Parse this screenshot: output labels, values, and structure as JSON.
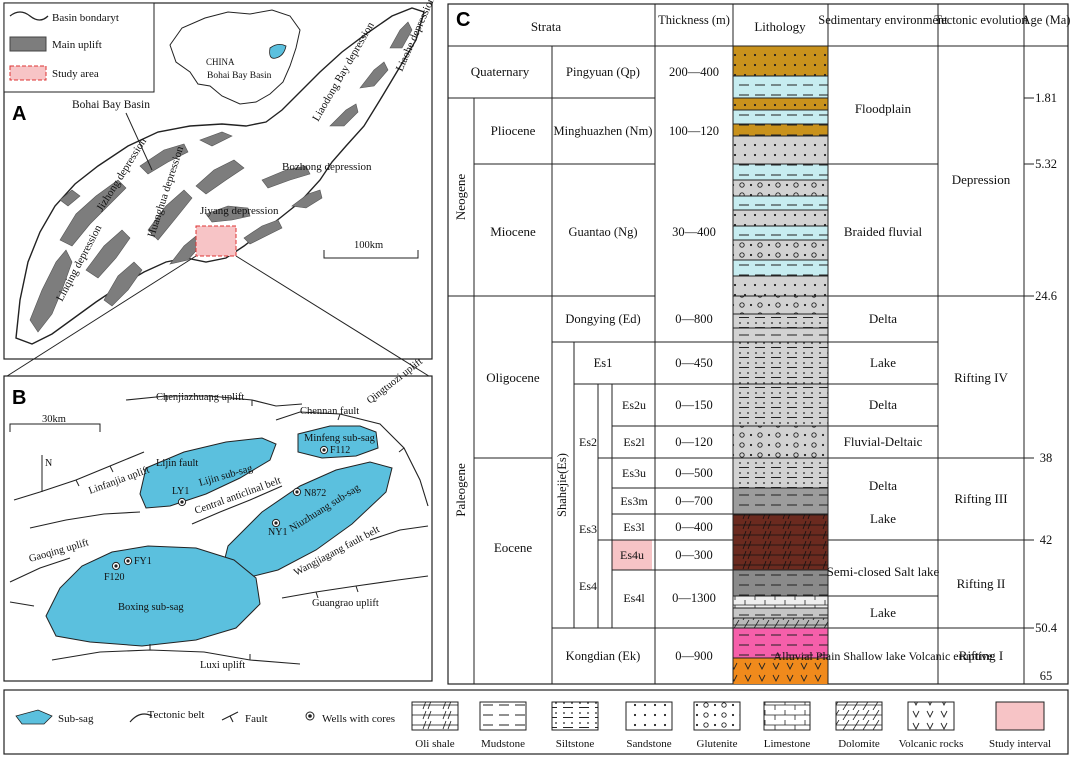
{
  "panels": {
    "A": "A",
    "B": "B",
    "C": "C"
  },
  "map_a": {
    "legend": [
      "Basin bondaryt",
      "Main uplift",
      "Study area"
    ],
    "inset": {
      "country": "CHINA",
      "basin": "Bohai Bay Basin"
    },
    "labels": {
      "bohai": "Bohai Bay Basin",
      "jizhong": "Jizhong depression",
      "huanghua": "Huanghua depression",
      "jiyang": "Jiyang depression",
      "bozhong": "Bozhong depression",
      "linqing": "Linqing depression",
      "liaodong": "Liaodong Bay depression",
      "liaohe": "Liaohe depression"
    },
    "scale": "100km"
  },
  "map_b": {
    "scale": "30km",
    "north": "N",
    "labels": {
      "chenjiazhuang": "Chenjiazhuang uplift",
      "chennan": "Chennan fault",
      "qingtuozi": "Qingtuozi uplift",
      "minfeng": "Minfeng sub-sag",
      "f112": "F112",
      "linfanjia": "Linfanjia uplift",
      "lijin_fault": "Lijin fault",
      "lijin_sag": "Lijin sub-sag",
      "ly1": "LY1",
      "central": "Central anticlinal belt",
      "n872": "N872",
      "ny1": "NY1",
      "niuzhuang": "Niuzhuang sub-sag",
      "gaoqing": "Gaoqing uplift",
      "fy1": "FY1",
      "f120": "F120",
      "boxing": "Boxing sub-sag",
      "wangjiagang": "Wangjiagang fault belt",
      "guangrao": "Guangrao uplift",
      "luxi": "Luxi uplift"
    }
  },
  "column": {
    "headers": {
      "strata": "Strata",
      "thickness": "Thickness (m)",
      "lithology": "Lithology",
      "environment": "Sedimentary environment",
      "tectonic": "Tectonic evolution",
      "age": "Age (Ma)"
    },
    "eras": {
      "quaternary": "Quaternary",
      "neogene": "Neogene",
      "paleogene": "Paleogene"
    },
    "epochs": {
      "pliocene": "Pliocene",
      "miocene": "Miocene",
      "oligocene": "Oligocene",
      "eocene": "Eocene"
    },
    "formations": {
      "pingyuan": "Pingyuan (Qp)",
      "minghuazhen": "Minghuazhen (Nm)",
      "guantao": "Guantao (Ng)",
      "dongying": "Dongying (Ed)",
      "shahejie": "Shahejie(Es)",
      "kongdian": "Kongdian (Ek)"
    },
    "members": {
      "es1": "Es1",
      "es2": "Es2",
      "es2u": "Es2u",
      "es2l": "Es2l",
      "es3": "Es3",
      "es3u": "Es3u",
      "es3m": "Es3m",
      "es3l": "Es3l",
      "es4": "Es4",
      "es4u": "Es4u",
      "es4l": "Es4l"
    },
    "thickness": {
      "pingyuan": "200—400",
      "minghuazhen": "100—120",
      "guantao": "30—400",
      "dongying": "0—800",
      "es1": "0—450",
      "es2u": "0—150",
      "es2l": "0—120",
      "es3u": "0—500",
      "es3m": "0—700",
      "es3l": "0—400",
      "es4u": "0—300",
      "es4l": "0—1300",
      "kongdian": "0—900"
    },
    "environment": {
      "floodplain": "Floodplain",
      "braided": "Braided fluvial",
      "delta1": "Delta",
      "lake1": "Lake",
      "delta2": "Delta",
      "fluvial_deltaic": "Fluvial-Deltaic",
      "delta3": "Delta",
      "lake2": "Lake",
      "semi_closed": "Semi-closed Salt lake",
      "lake3": "Lake",
      "alluvial": "Alluvial Plain Shallow lake Volcanic eruptive"
    },
    "tectonic": {
      "depression": "Depression",
      "rifting4": "Rifting IV",
      "rifting3": "Rifting III",
      "rifting2": "Rifting II",
      "rifting1": "Rifting I"
    },
    "ages": [
      "1.81",
      "5.32",
      "24.6",
      "38",
      "42",
      "50.4",
      "65"
    ]
  },
  "legend": {
    "subsag": "Sub-sag",
    "tectonic_belt": "Tectonic belt",
    "fault": "Fault",
    "wells": "Wells with cores",
    "oil_shale": "Oli shale",
    "mudstone": "Mudstone",
    "siltstone": "Siltstone",
    "sandstone": "Sandstone",
    "glutenite": "Glutenite",
    "limestone": "Limestone",
    "dolomite": "Dolomite",
    "volcanic": "Volcanic rocks",
    "study_interval": "Study interval"
  },
  "colors": {
    "sag": "#5bc0de",
    "uplift": "#7d7d7d",
    "study": "#f7c4c6",
    "sand": "#d2d2d2",
    "mud": "#c6ecf0",
    "gold": "#c9921c",
    "brown": "#6b2a1f",
    "gray": "#8a8a8a",
    "pink": "#f55faa",
    "orange": "#f08a1c"
  }
}
